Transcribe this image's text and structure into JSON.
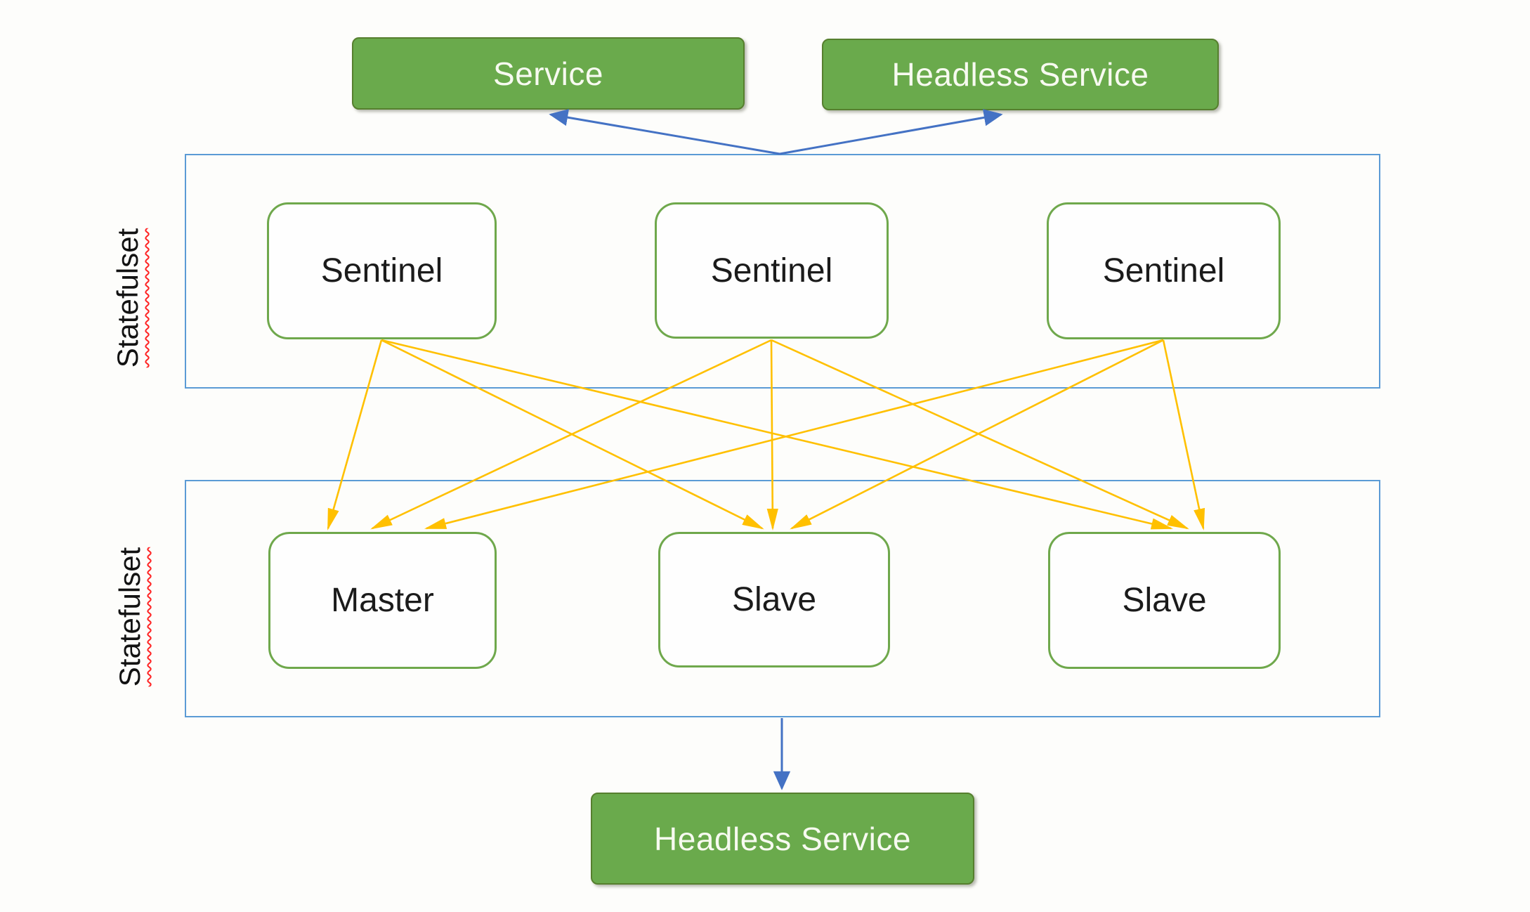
{
  "diagram": {
    "title_semantics": "Redis Sentinel on Kubernetes architecture",
    "colors": {
      "service_green": "#6aaa4c",
      "service_green_border": "#567f2e",
      "node_border_green": "#6fa84c",
      "container_border_blue": "#5b9bd5",
      "arrow_blue": "#4472c4",
      "arrow_gold": "#ffc000",
      "squiggle_red": "#ff2424"
    },
    "top_services": [
      {
        "label": "Service"
      },
      {
        "label": "Headless Service"
      }
    ],
    "statefulsets": [
      {
        "label": "Statefulset",
        "pods": [
          "Sentinel",
          "Sentinel",
          "Sentinel"
        ]
      },
      {
        "label": "Statefulset",
        "pods": [
          "Master",
          "Slave",
          "Slave"
        ]
      }
    ],
    "bottom_service": {
      "label": "Headless Service"
    },
    "edges": {
      "blue": [
        {
          "from": "statefulset-1",
          "to": "service"
        },
        {
          "from": "statefulset-1",
          "to": "headless-service-top"
        },
        {
          "from": "statefulset-2",
          "to": "headless-service-bottom"
        }
      ],
      "gold": [
        {
          "from": "sentinel-1",
          "to": "master"
        },
        {
          "from": "sentinel-1",
          "to": "slave-1"
        },
        {
          "from": "sentinel-1",
          "to": "slave-2"
        },
        {
          "from": "sentinel-2",
          "to": "master"
        },
        {
          "from": "sentinel-2",
          "to": "slave-1"
        },
        {
          "from": "sentinel-2",
          "to": "slave-2"
        },
        {
          "from": "sentinel-3",
          "to": "master"
        },
        {
          "from": "sentinel-3",
          "to": "slave-1"
        },
        {
          "from": "sentinel-3",
          "to": "slave-2"
        }
      ]
    }
  }
}
